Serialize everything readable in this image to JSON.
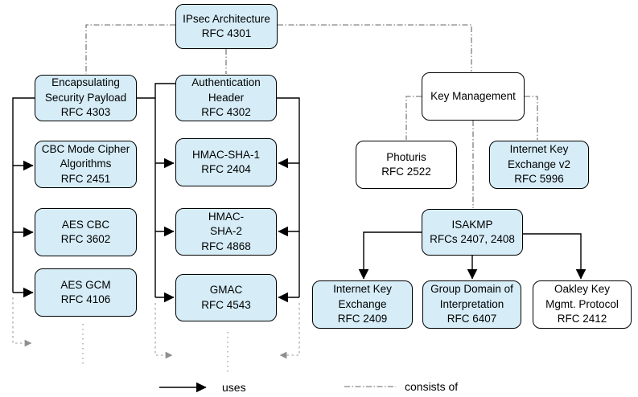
{
  "diagram": {
    "topic": "IPsec Architecture RFC relationships",
    "nodes": {
      "ipsec": {
        "label": "IPsec Architecture\nRFC 4301",
        "fill": "blue"
      },
      "esp": {
        "label": "Encapsulating\nSecurity Payload\nRFC 4303",
        "fill": "blue"
      },
      "ah": {
        "label": "Authentication\nHeader\nRFC 4302",
        "fill": "blue"
      },
      "cbc": {
        "label": "CBC Mode Cipher\nAlgorithms\nRFC 2451",
        "fill": "blue"
      },
      "aescbc": {
        "label": "AES CBC\nRFC 3602",
        "fill": "blue"
      },
      "aesgcm": {
        "label": "AES GCM\nRFC 4106",
        "fill": "blue"
      },
      "hmacsha1": {
        "label": "HMAC-SHA-1\nRFC 2404",
        "fill": "blue"
      },
      "hmacsha2": {
        "label": "HMAC-\nSHA-2\nRFC 4868",
        "fill": "blue"
      },
      "gmac": {
        "label": "GMAC\nRFC 4543",
        "fill": "blue"
      },
      "keymgmt": {
        "label": "Key Management",
        "fill": "white"
      },
      "photuris": {
        "label": "Photuris\nRFC 2522",
        "fill": "white"
      },
      "ikev2": {
        "label": "Internet Key\nExchange v2\nRFC 5996",
        "fill": "blue"
      },
      "isakmp": {
        "label": "ISAKMP\nRFCs 2407, 2408",
        "fill": "blue"
      },
      "ike": {
        "label": "Internet Key\nExchange\nRFC 2409",
        "fill": "blue"
      },
      "gdoi": {
        "label": "Group Domain of\nInterpretation\nRFC 6407",
        "fill": "blue"
      },
      "oakley": {
        "label": "Oakley Key\nMgmt. Protocol\nRFC 2412",
        "fill": "white"
      }
    },
    "edges": [
      {
        "from": "ipsec",
        "to": "esp",
        "type": "consists_of"
      },
      {
        "from": "ipsec",
        "to": "ah",
        "type": "consists_of"
      },
      {
        "from": "ipsec",
        "to": "keymgmt",
        "type": "consists_of"
      },
      {
        "from": "esp",
        "to": "cbc",
        "type": "uses"
      },
      {
        "from": "esp",
        "to": "aescbc",
        "type": "uses"
      },
      {
        "from": "esp",
        "to": "aesgcm",
        "type": "uses"
      },
      {
        "from": "esp",
        "to": "hmacsha1",
        "type": "uses"
      },
      {
        "from": "esp",
        "to": "hmacsha2",
        "type": "uses"
      },
      {
        "from": "esp",
        "to": "gmac",
        "type": "uses"
      },
      {
        "from": "ah",
        "to": "hmacsha1",
        "type": "uses"
      },
      {
        "from": "ah",
        "to": "hmacsha2",
        "type": "uses"
      },
      {
        "from": "ah",
        "to": "gmac",
        "type": "uses"
      },
      {
        "from": "keymgmt",
        "to": "photuris",
        "type": "consists_of"
      },
      {
        "from": "keymgmt",
        "to": "ikev2",
        "type": "consists_of"
      },
      {
        "from": "keymgmt",
        "to": "isakmp",
        "type": "consists_of"
      },
      {
        "from": "isakmp",
        "to": "ike",
        "type": "uses"
      },
      {
        "from": "isakmp",
        "to": "gdoi",
        "type": "uses"
      },
      {
        "from": "isakmp",
        "to": "oakley",
        "type": "uses"
      },
      {
        "note": "gray dotted ellipsis arrows below algorithm columns indicate further algorithms",
        "type": "continuation"
      }
    ],
    "legend": {
      "uses": "uses",
      "consists_of": "consists of"
    },
    "colors": {
      "node_fill_blue": "#d6edf8",
      "node_fill_white": "#ffffff",
      "node_border": "#000000",
      "uses_line": "#000000",
      "consists_of_line": "#666666",
      "continuation_line": "#999999"
    }
  }
}
